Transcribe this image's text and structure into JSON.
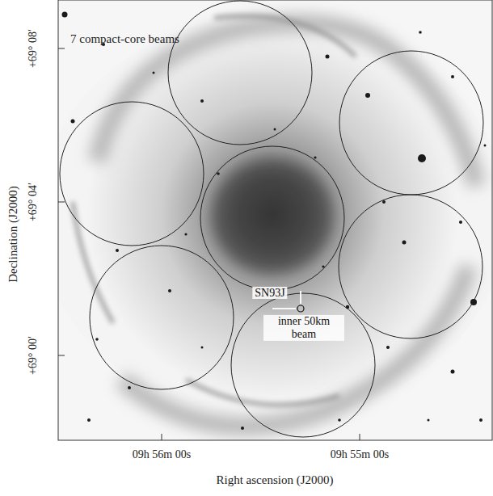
{
  "diagram": {
    "labels": [
      "7 compact-core beams",
      "SN93J",
      "inner 50km beam",
      "+69° 08′",
      "+69° 04′",
      "+69° 00′",
      "09h 56m 00s",
      "09h 55m 00s",
      "Right ascension (J2000)",
      "Declination (J2000)"
    ]
  }
}
